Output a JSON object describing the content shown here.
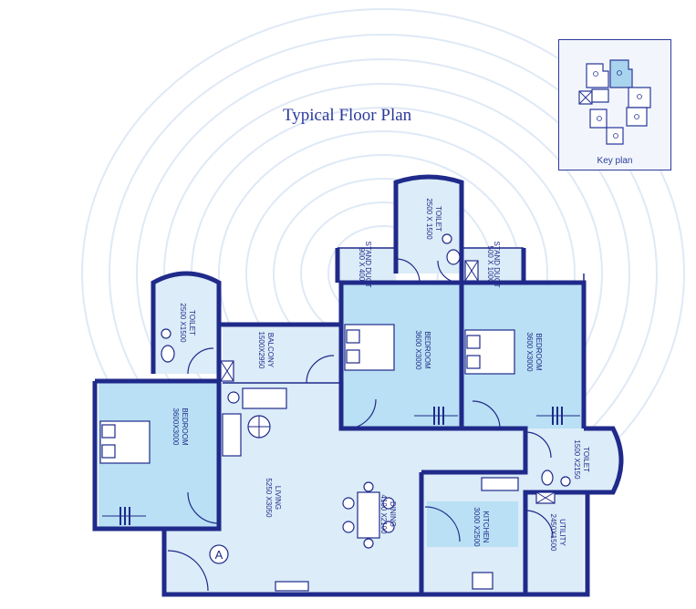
{
  "title": "Typical Floor Plan",
  "key_plan": {
    "label": "Key plan"
  },
  "rooms": {
    "toilet_top": {
      "name": "TOILET",
      "dims": "2500 X 1500"
    },
    "stand_left": {
      "name": "STAND DUCT",
      "dims": "900 X 400"
    },
    "stand_right": {
      "name": "STAND DUCT",
      "dims": "500 X 1000"
    },
    "toilet_left": {
      "name": "TOILET",
      "dims": "2500 X1500"
    },
    "balcony": {
      "name": "BALCONY",
      "dims": "1500X2950"
    },
    "bedroom_center": {
      "name": "BEDROOM",
      "dims": "3600 X3000"
    },
    "bedroom_right": {
      "name": "BEDROOM",
      "dims": "3600 X3000"
    },
    "bedroom_left": {
      "name": "BEDROOM",
      "dims": "3600X3000"
    },
    "living": {
      "name": "LIVING",
      "dims": "5250 X3050"
    },
    "dining": {
      "name": "DINING",
      "dims": "4100 X2100"
    },
    "kitchen": {
      "name": "KITCHEN",
      "dims": "3000 X2500"
    },
    "toilet_right": {
      "name": "TOILET",
      "dims": "1500 X2150"
    },
    "utility": {
      "name": "UTILITY",
      "dims": "2450X1500"
    }
  },
  "marker": "A",
  "colors": {
    "wall": "#1f2a8a",
    "room": "#dcecf8",
    "room_highlight": "#b9e0f4",
    "text": "#1f2a8a"
  }
}
